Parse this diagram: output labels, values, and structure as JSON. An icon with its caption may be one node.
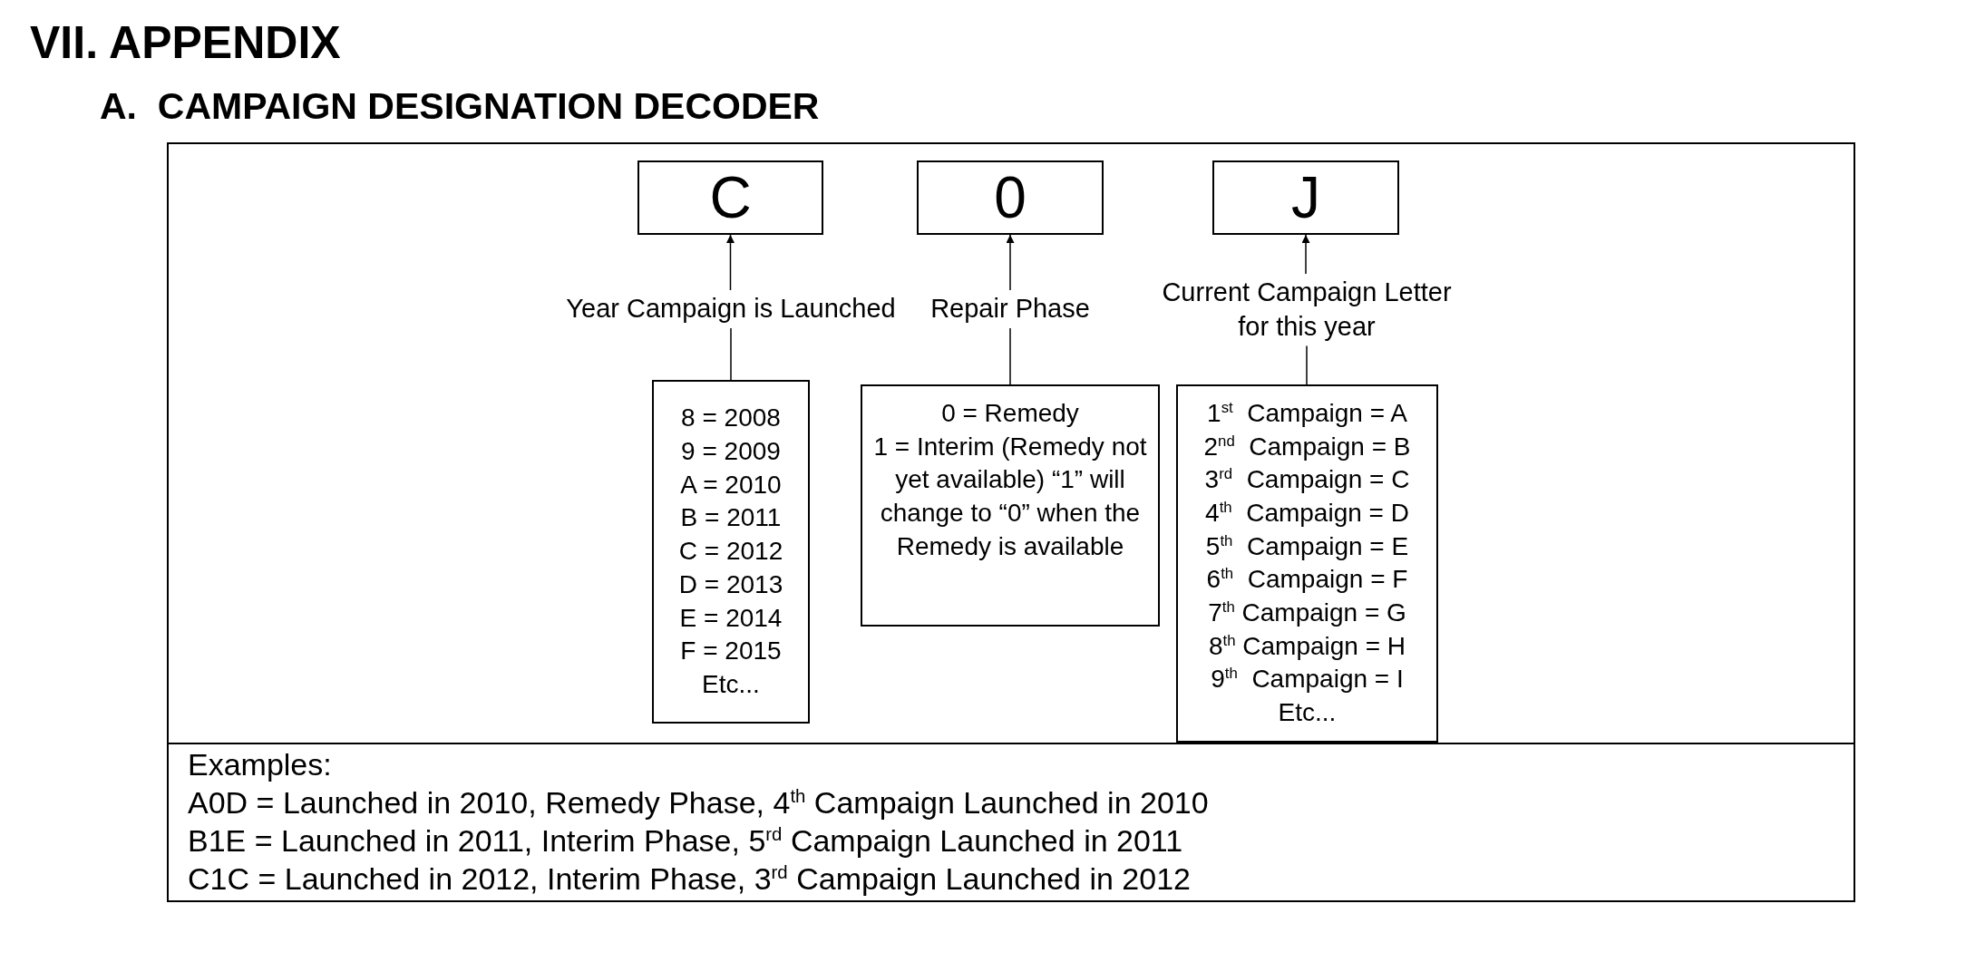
{
  "diagram": {
    "title": "VII. APPENDIX",
    "nodes": [
      {
        "text": [
          "C"
        ]
      },
      {
        "text": [
          "0"
        ]
      },
      {
        "text": [
          "J"
        ]
      },
      {
        "text": [
          "Year Campaign is Launched"
        ]
      },
      {
        "text": [
          "Repair Phase"
        ]
      },
      {
        "text": [
          "Current Campaign Letter for this year"
        ]
      },
      {
        "text": [
          "8 = 2008",
          "9 = 2009",
          "A = 2010",
          "B = 2011",
          "C = 2012",
          "D = 2013",
          "E = 2014",
          "F = 2015",
          "Etc..."
        ]
      },
      {
        "text": [
          "0 = Remedy",
          "1 = Interim (Remedy not yet available) “1” will change to “0” when the Remedy is available"
        ]
      },
      {
        "text": [
          "1$^{st}$  Campaign = A",
          "2$^{nd}$  Campaign = B",
          "3$^{rd}$  Campaign = C",
          "4$^{th}$  Campaign = D",
          "5$^{th}$  Campaign = E",
          "6$^{th}$  Campaign = F",
          "7$^{th}$ Campaign = G",
          "8$^{th}$ Campaign = H",
          "9$^{th}$  Campaign = I",
          "Etc..."
        ]
      }
    ],
    "edges": [
      {
        "from": 3,
        "to": 0,
        "arrow": "to"
      },
      {
        "from": 4,
        "to": 1,
        "arrow": "to"
      },
      {
        "from": 5,
        "to": 2,
        "arrow": "to"
      },
      {
        "from": 6,
        "to": 3,
        "arrow": "none"
      },
      {
        "from": 7,
        "to": 4,
        "arrow": "none"
      },
      {
        "from": 8,
        "to": 5,
        "arrow": "none"
      }
    ],
    "labels": [
      "A.  CAMPAIGN DESIGNATION DECODER",
      "Examples:",
      "A0D = Launched in 2010, Remedy Phase, 4$^{th}$ Campaign Launched in 2010",
      "B1E = Launched in 2011, Interim Phase, 5$^{rd}$ Campaign Launched in 2011",
      "C1C = Launched in 2012, Interim Phase, 3$^{rd}$ Campaign Launched in 2012"
    ]
  }
}
